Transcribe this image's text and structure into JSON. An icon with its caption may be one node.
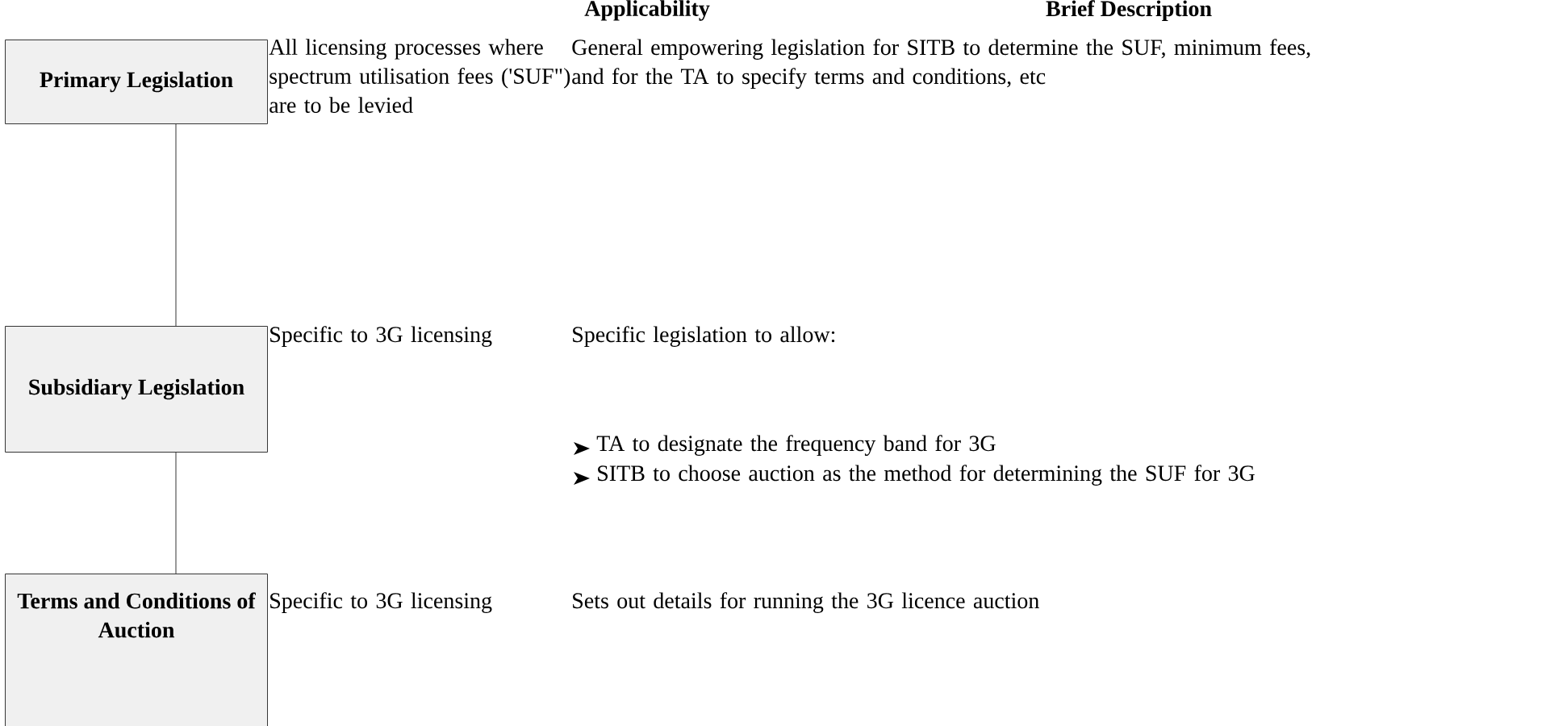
{
  "diagram": {
    "nodes": [
      {
        "text": [
          "Primary Legislation"
        ]
      },
      {
        "text": [
          "Subsidiary Legislation"
        ]
      },
      {
        "text": [
          "Terms and Conditions of Auction"
        ]
      }
    ],
    "edges": [
      {
        "from": 0,
        "to": 1,
        "arrow": "none"
      },
      {
        "from": 1,
        "to": 2,
        "arrow": "none"
      }
    ],
    "labels": [
      "Applicability",
      "Brief Description",
      "All licensing processes where spectrum utilisation fees ('SUF\") are to be levied",
      "General empowering legislation for SITB to determine the SUF, minimum fees, and for the TA to specify terms and conditions, etc",
      "Specific to 3G licensing",
      "Specific legislation to allow:",
      "TA to designate the frequency band for 3G",
      "SITB to choose auction as the method for determining the SUF for 3G",
      "Specific to 3G licensing",
      "Sets out details for running the 3G licence auction"
    ]
  }
}
